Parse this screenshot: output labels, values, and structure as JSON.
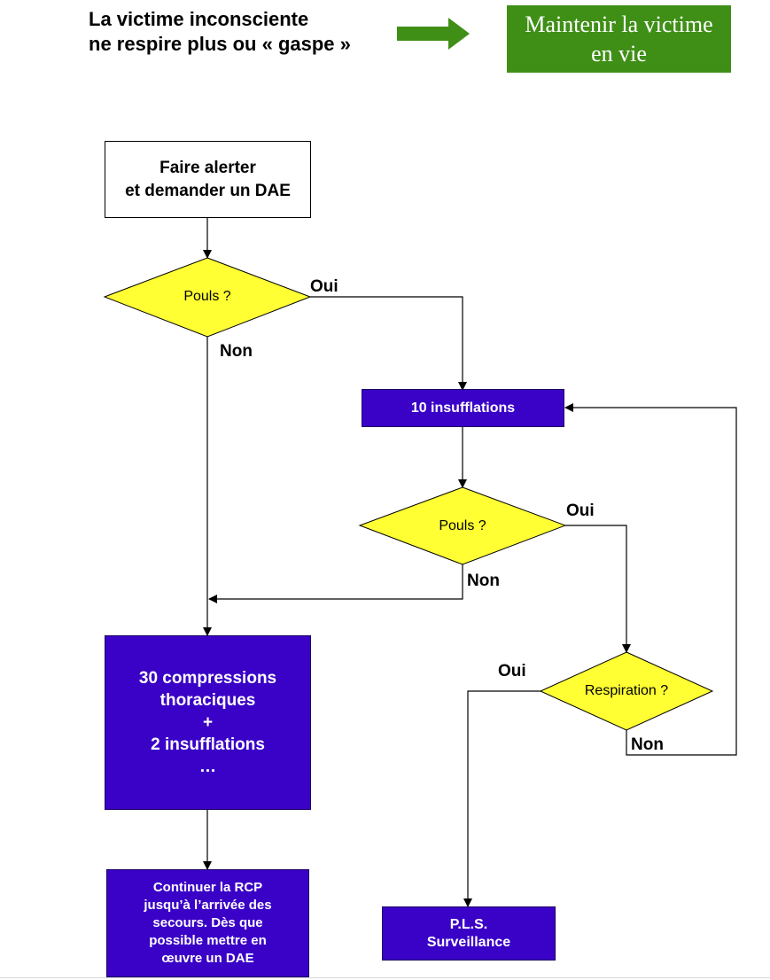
{
  "header": {
    "condition": "La victime inconsciente\nne respire plus ou « gaspe »",
    "objective": "Maintenir la victime\nen vie"
  },
  "nodes": {
    "alert": "Faire alerter\net demander un DAE",
    "pulse_check_1": "Pouls ?",
    "insufflations": "10 insufflations",
    "pulse_check_2": "Pouls ?",
    "breathing_check": "Respiration ?",
    "cpr": "30 compressions\nthoraciques\n+\n2 insufflations\n…",
    "continue_cpr": "Continuer la RCP\njusqu’à l’arrivée des\nsecours. Dès que\npossible mettre en\nœuvre un DAE",
    "recovery_position": "P.L.S.\nSurveillance"
  },
  "edges": {
    "pulse1_yes": "Oui",
    "pulse1_no": "Non",
    "pulse2_yes": "Oui",
    "pulse2_no": "Non",
    "breathing_yes": "Oui",
    "breathing_no": "Non"
  },
  "colors": {
    "objective_box": "#3f8f17",
    "arrow": "#3f8f17",
    "decision": "#ffff33",
    "action": "#3a02c7"
  }
}
